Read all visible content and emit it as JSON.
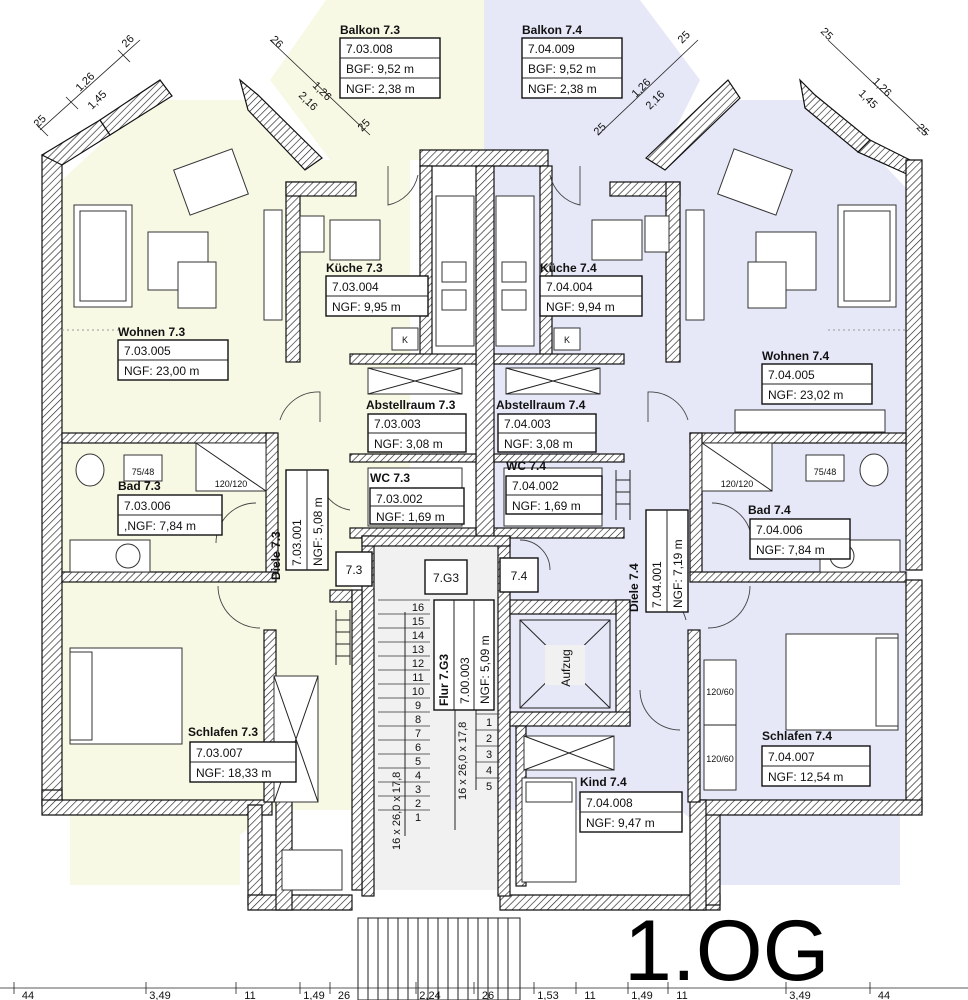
{
  "floor_label": "1.OG",
  "rooms": {
    "balkon_73": {
      "name": "Balkon 7.3",
      "id": "7.03.008",
      "bgf": "BGF: 9,52 m",
      "ngf": "NGF: 2,38 m"
    },
    "balkon_74": {
      "name": "Balkon 7.4",
      "id": "7.04.009",
      "bgf": "BGF: 9,52 m",
      "ngf": "NGF: 2,38 m"
    },
    "kueche_73": {
      "name": "Küche 7.3",
      "id": "7.03.004",
      "ngf": "NGF: 9,95 m"
    },
    "kueche_74": {
      "name": "Küche  7.4",
      "id": "7.04.004",
      "ngf": "NGF: 9,94 m"
    },
    "wohnen_73": {
      "name": "Wohnen 7.3",
      "id": "7.03.005",
      "ngf": "NGF: 23,00 m"
    },
    "wohnen_74": {
      "name": "Wohnen 7.4",
      "id": "7.04.005",
      "ngf": "NGF: 23,02 m"
    },
    "abstell_73": {
      "name": "Abstellraum 7.3",
      "id": "7.03.003",
      "ngf": "NGF: 3,08 m"
    },
    "abstell_74": {
      "name": "Abstellraum 7.4",
      "id": "7.04.003",
      "ngf": "NGF:  3,08 m"
    },
    "wc_73": {
      "name": "WC 7.3",
      "id": "7.03.002",
      "ngf": "NGF: 1,69 m"
    },
    "wc_74": {
      "name": "WC 7.4",
      "id": "7.04.002",
      "ngf": "NGF: 1,69 m"
    },
    "bad_73": {
      "name": "Bad 7.3",
      "id": "7.03.006",
      "ngf": ",NGF: 7,84 m"
    },
    "bad_74": {
      "name": "Bad 7.4",
      "id": "7.04.006",
      "ngf": "NGF: 7,84 m"
    },
    "diele_73": {
      "name": "Diele 7.3",
      "id": "7.03.001",
      "ngf": "NGF: 5,08 m"
    },
    "diele_74": {
      "name": "Diele 7.4",
      "id": "7.04.001",
      "ngf": "NGF: 7,19 m"
    },
    "flur_g3": {
      "name": "Flur 7.G3",
      "id": "7.00.003",
      "ngf": "NGF: 5,09 m"
    },
    "schlafen_73": {
      "name": "Schlafen 7.3",
      "id": "7.03.007",
      "ngf": "NGF: 18,33 m"
    },
    "schlafen_74": {
      "name": "Schlafen 7.4",
      "id": "7.04.007",
      "ngf": "NGF: 12,54 m"
    },
    "kind_74": {
      "name": "Kind 7.4",
      "id": "7.04.008",
      "ngf": "NGF: 9,47 m"
    }
  },
  "tags": {
    "unit_73": "7.3",
    "unit_g3": "7.G3",
    "unit_74": "7.4",
    "aufzug": "Aufzug",
    "k_left": "K",
    "k_right": "K"
  },
  "fixtures": {
    "shower_73": "120/120",
    "shower_74": "120/120",
    "basin_73": "75/48",
    "basin_74": "75/48",
    "wardrobe_a": "120/60",
    "wardrobe_b": "120/60"
  },
  "stair": {
    "upper_run": [
      "16",
      "15",
      "14",
      "13",
      "12",
      "11",
      "10",
      "9",
      "8",
      "7",
      "6",
      "5",
      "4",
      "3",
      "2",
      "1"
    ],
    "lower_run": [
      "1",
      "2",
      "3",
      "4",
      "5"
    ],
    "label_a": "16 x 26,0 x 17,8",
    "label_b": "16 x 26,0 x 17,8"
  },
  "dimensions": {
    "top_left_a": "1,26",
    "top_left_b": "1,45",
    "top_left_c": "26",
    "top_left_d": "25",
    "bal_l_a": "26",
    "bal_l_b": "1,26",
    "bal_l_c": "2,16",
    "bal_l_d": "25",
    "bal_r_a": "25",
    "bal_r_b": "1,26",
    "bal_r_c": "2,16",
    "bal_r_d": "25",
    "top_right_a": "25",
    "top_right_b": "1,26",
    "top_right_c": "1,45",
    "top_right_d": "25",
    "bottom": [
      "44",
      "3,49",
      "11",
      "1,49",
      "26",
      "2,24",
      "26",
      "1,53",
      "11",
      "1,49",
      "11",
      "3,49",
      "44"
    ]
  }
}
